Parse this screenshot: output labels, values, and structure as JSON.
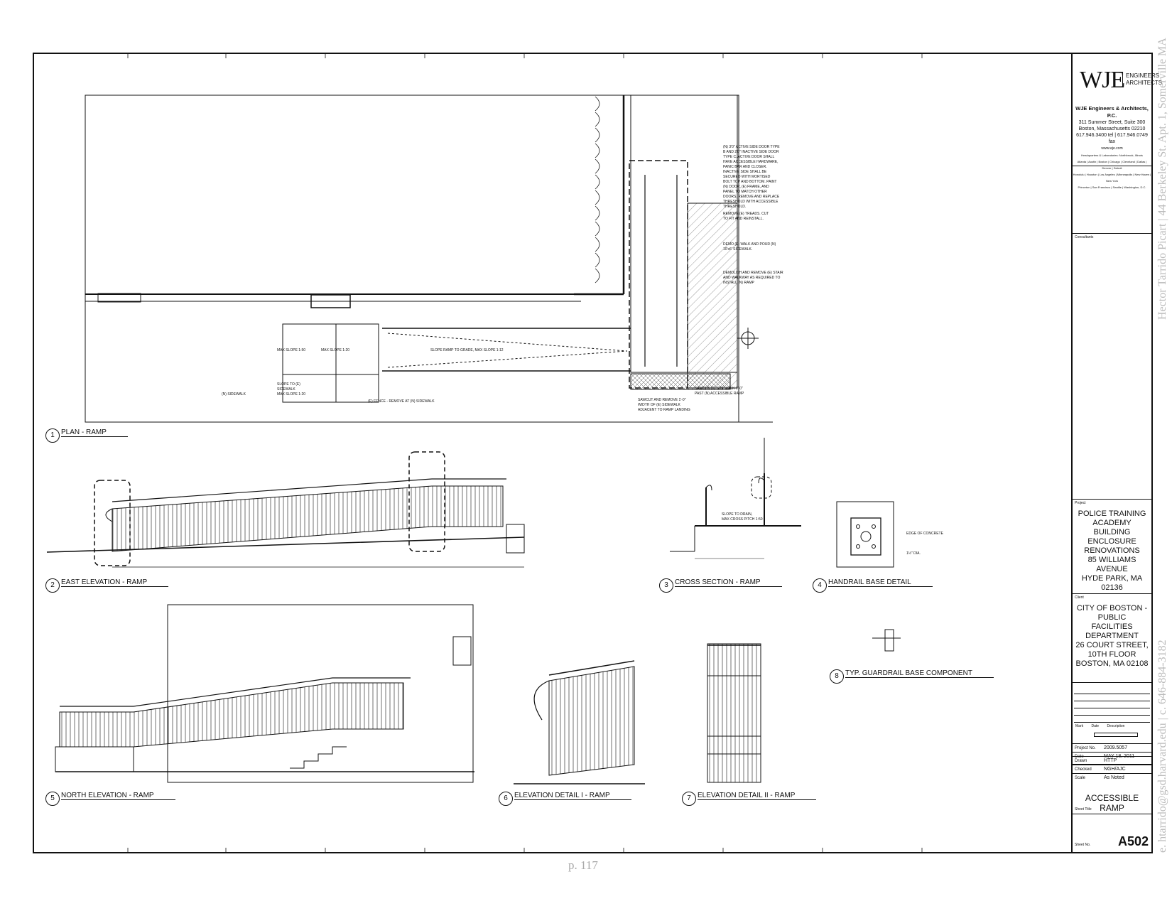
{
  "logo": {
    "mark": "WJE",
    "sub1": "ENGINEERS",
    "sub2": "ARCHITECTS",
    "firm_name": "WJE Engineers & Architects, P.C.",
    "address1": "311 Summer Street, Suite 300",
    "address2": "Boston, Massachusetts 02210",
    "phone": "617.946.3400 tel | 617.946.0749 fax",
    "web": "www.wje.com",
    "hq": "Headquarters & Laboratories: Northbrook, Illinois",
    "offices1": "Atlanta | Austin | Boston | Chicago | Cleveland | Dallas | Denver | Detroit",
    "offices2": "Honolulu | Houston | Los Angeles | Minneapolis | New Haven | New York",
    "offices3": "Princeton | San Francisco | Seattle | Washington, D.C."
  },
  "titleblock": {
    "consultants_label": "Consultants",
    "project_label": "Project",
    "project_lines": [
      "POLICE TRAINING ACADEMY",
      "BUILDING ENCLOSURE",
      "RENOVATIONS",
      "85 WILLIAMS AVENUE",
      "HYDE PARK, MA 02136"
    ],
    "client_label": "Client",
    "client_lines": [
      "CITY OF BOSTON -PUBLIC",
      "FACILITIES DEPARTMENT",
      "26 COURT STREET,",
      "10TH FLOOR",
      "BOSTON, MA 02108"
    ],
    "rev_headers": "Mark Date Description",
    "project_no_label": "Project No.",
    "project_no": "2009.5057",
    "date_label": "Date",
    "date": "MAY 18, 2011",
    "drawn_label": "Drawn",
    "drawn": "HTTP",
    "checked_label": "Checked",
    "checked": "NGH/AJC",
    "scale_label": "Scale",
    "scale": "As Noted",
    "sheet_title_label": "Sheet Title",
    "sheet_title": "ACCESSIBLE RAMP",
    "sheet_no_label": "Sheet No.",
    "sheet_no": "A502"
  },
  "details": [
    {
      "num": "1",
      "title": "PLAN - RAMP"
    },
    {
      "num": "2",
      "title": "EAST ELEVATION - RAMP"
    },
    {
      "num": "3",
      "title": "CROSS SECTION - RAMP"
    },
    {
      "num": "4",
      "title": "HANDRAIL BASE DETAIL"
    },
    {
      "num": "5",
      "title": "NORTH ELEVATION - RAMP"
    },
    {
      "num": "6",
      "title": "ELEVATION DETAIL I - RAMP"
    },
    {
      "num": "7",
      "title": "ELEVATION DETAIL II - RAMP"
    },
    {
      "num": "8",
      "title": "TYP. GUARDRAIL BASE COMPONENT"
    }
  ],
  "notes": {
    "door": [
      "(N) 3'0\" ACTIVE SIDE DOOR TYPE",
      "B AND 2'0\" INACTIVE SIDE DOOR",
      "TYPE C. ACTIVE DOOR SHALL",
      "HAVE ACCESSIBLE HARDWARE,",
      "PANIC BAR AND CLOSER.",
      "INACTIVE SIDE SHALL BE",
      "SECURED WITH MORTISED",
      "BOLT TOP AND BOTTOM. PAINT",
      "(N) DOOR, (E) FRAME, AND",
      "PANEL TO MATCH OTHER",
      "DOORS. REMOVE AND REPLACE",
      "THRESHOLD WITH ACCESSIBLE",
      "THRESHOLD."
    ],
    "treads": [
      "REMOVE (E) TREADS. CUT",
      "TO FIT AND REINSTALL."
    ],
    "walk": [
      "DEMO (E) WALK AND POUR (N)",
      "10'x6' SIDEWALK."
    ],
    "stair": [
      "DEMOLISH AND REMOVE (E) STAIR",
      "AND WALKWAY AS REQUIRED TO",
      "INSTALL (N) RAMP"
    ],
    "sawcut1": [
      "SAWCUT (E) SIDEWALK 1'-0\"",
      "PAST (N) ACCESSIBLE RAMP"
    ],
    "sawcut2": [
      "SAWCUT AND REMOVE 1'-0\"",
      "WIDTH OF (E) SIDEWALK",
      "ADJACENT TO RAMP LANDING"
    ],
    "slope_ramp": "SLOPE RAMP TO GRADE, MAX SLOPE 1:12",
    "max150": "MAX SLOPE 1:50",
    "max120": "MAX SLOPE 1:20",
    "slope_to": [
      "SLOPE TO (E)",
      "SIDEWALK",
      "MAX SLOPE 1:20"
    ],
    "sidewalk": "(N) SIDEWALK",
    "fence": "(E) FENCE - REMOVE AT (N) SIDEWALK",
    "drain": [
      "SLOPE TO DRAIN,",
      "MAX CROSS PITCH 1:50"
    ],
    "concrete": "EDGE OF CONCRETE",
    "dia": "1½\" DIA."
  },
  "side": {
    "address": "Hector Tarrido Picart | 44 Berkeley St. Apt. 1, Somerville MA",
    "contact": "e. htarrido@gsd.harvard.edu | c. 646-884-3182",
    "page": "p. 117"
  }
}
